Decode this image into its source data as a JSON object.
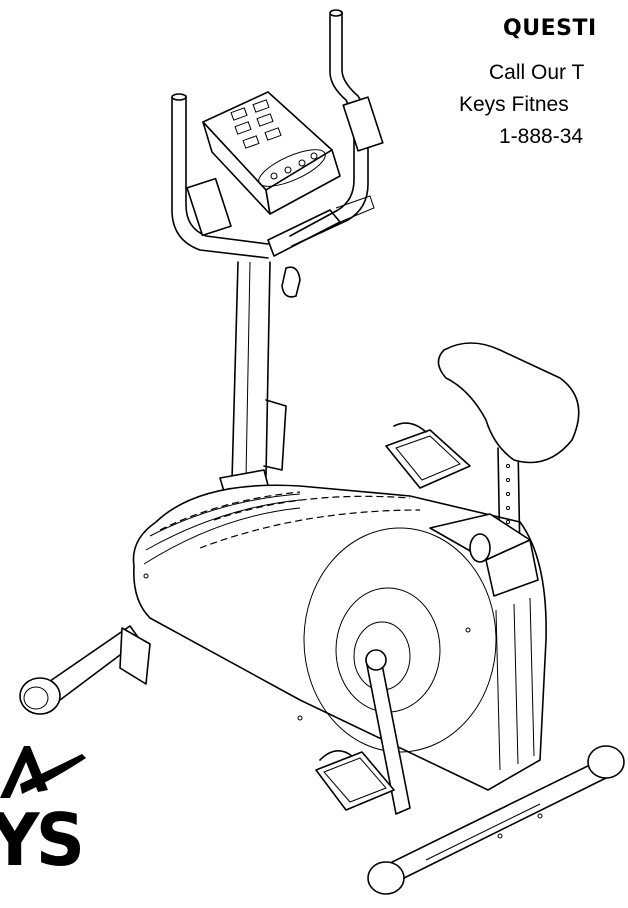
{
  "contact": {
    "heading": "QUESTI",
    "line1": "Call Our T",
    "line2": "Keys Fitnes",
    "line3": "1-888-34"
  },
  "logo": {
    "text": "YS"
  },
  "illustration": {
    "subject": "upright-exercise-bike-line-drawing"
  }
}
